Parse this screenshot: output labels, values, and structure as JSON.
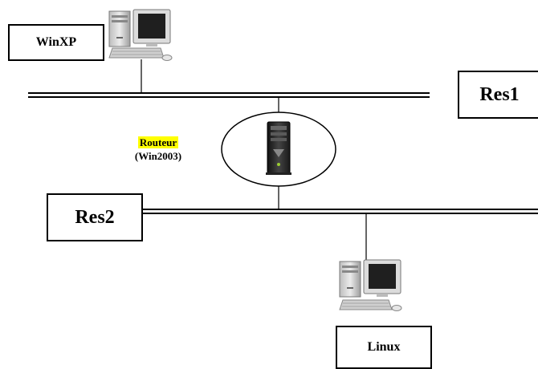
{
  "nodes": {
    "winxp": {
      "label": "WinXP"
    },
    "res1": {
      "label": "Res1"
    },
    "res2": {
      "label": "Res2"
    },
    "router": {
      "label": "Routeur",
      "sublabel": "(Win2003)",
      "highlight": "#ffff00"
    },
    "linux": {
      "label": "Linux"
    }
  },
  "icons": {
    "workstation": "desktop-computer-icon",
    "server": "tower-server-icon"
  }
}
